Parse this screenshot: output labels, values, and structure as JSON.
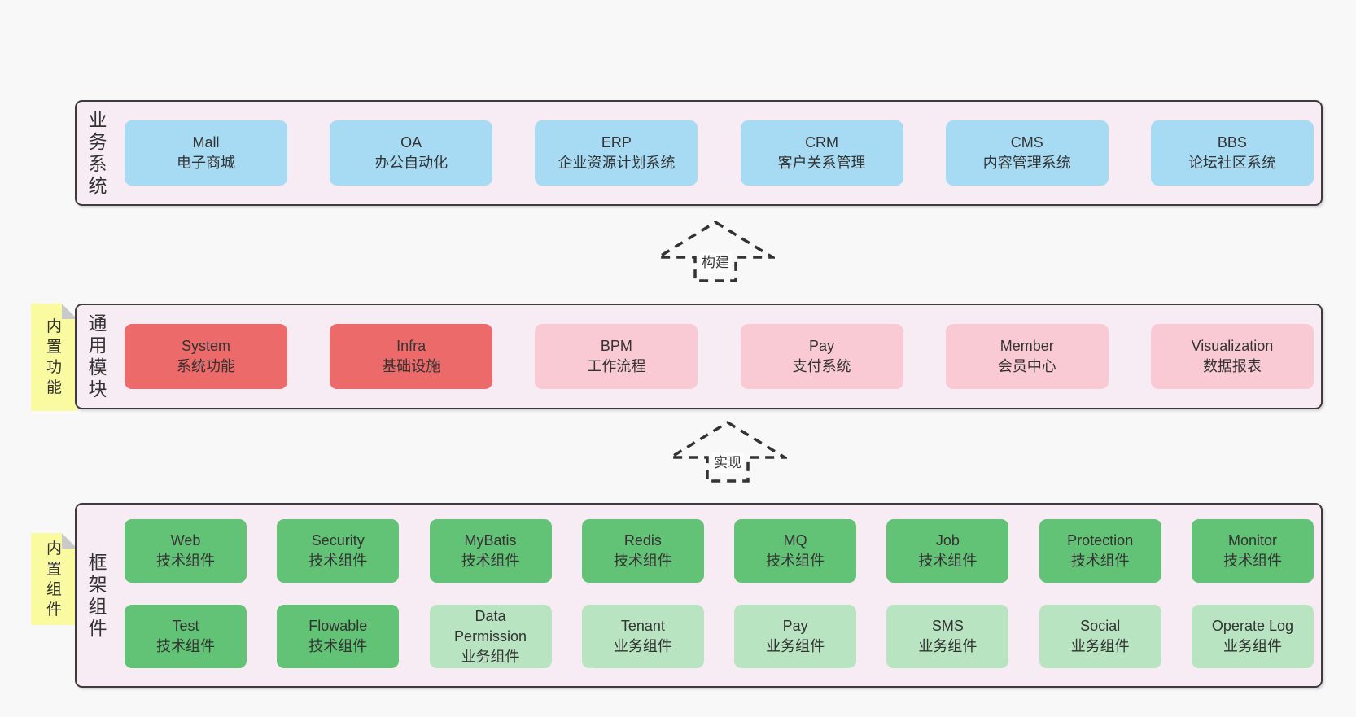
{
  "colors": {
    "page_bg": "#f8f8f8",
    "panel_bg": "#f8ecf4",
    "panel_border": "#3c3c3c",
    "blue": "#a7dbf4",
    "red": "#ed6a6a",
    "pink": "#facad4",
    "green": "#62c275",
    "light_green": "#b9e4c1",
    "note_bg": "#fafaa0",
    "note_fold": "#c9c9c9",
    "text": "#333333"
  },
  "layers": [
    {
      "id": "business-systems",
      "label": "业务系统",
      "rows": [
        [
          {
            "title": "Mall",
            "subtitle": "电子商城",
            "variant": "blue"
          },
          {
            "title": "OA",
            "subtitle": "办公自动化",
            "variant": "blue"
          },
          {
            "title": "ERP",
            "subtitle": "企业资源计划系统",
            "variant": "blue"
          },
          {
            "title": "CRM",
            "subtitle": "客户关系管理",
            "variant": "blue"
          },
          {
            "title": "CMS",
            "subtitle": "内容管理系统",
            "variant": "blue"
          },
          {
            "title": "BBS",
            "subtitle": "论坛社区系统",
            "variant": "blue"
          }
        ]
      ]
    },
    {
      "id": "common-modules",
      "label": "通用模块",
      "note": "内置功能",
      "rows": [
        [
          {
            "title": "System",
            "subtitle": "系统功能",
            "variant": "red"
          },
          {
            "title": "Infra",
            "subtitle": "基础设施",
            "variant": "red"
          },
          {
            "title": "BPM",
            "subtitle": "工作流程",
            "variant": "pink"
          },
          {
            "title": "Pay",
            "subtitle": "支付系统",
            "variant": "pink"
          },
          {
            "title": "Member",
            "subtitle": "会员中心",
            "variant": "pink"
          },
          {
            "title": "Visualization",
            "subtitle": "数据报表",
            "variant": "pink"
          }
        ]
      ]
    },
    {
      "id": "framework-components",
      "label": "框架组件",
      "note": "内置组件",
      "rows": [
        [
          {
            "title": "Web",
            "subtitle": "技术组件",
            "variant": "green"
          },
          {
            "title": "Security",
            "subtitle": "技术组件",
            "variant": "green"
          },
          {
            "title": "MyBatis",
            "subtitle": "技术组件",
            "variant": "green"
          },
          {
            "title": "Redis",
            "subtitle": "技术组件",
            "variant": "green"
          },
          {
            "title": "MQ",
            "subtitle": "技术组件",
            "variant": "green"
          },
          {
            "title": "Job",
            "subtitle": "技术组件",
            "variant": "green"
          },
          {
            "title": "Protection",
            "subtitle": "技术组件",
            "variant": "green"
          },
          {
            "title": "Monitor",
            "subtitle": "技术组件",
            "variant": "green"
          }
        ],
        [
          {
            "title": "Test",
            "subtitle": "技术组件",
            "variant": "green"
          },
          {
            "title": "Flowable",
            "subtitle": "技术组件",
            "variant": "green"
          },
          {
            "title": "Data Permission",
            "subtitle": "业务组件",
            "variant": "lightgreen"
          },
          {
            "title": "Tenant",
            "subtitle": "业务组件",
            "variant": "lightgreen"
          },
          {
            "title": "Pay",
            "subtitle": "业务组件",
            "variant": "lightgreen"
          },
          {
            "title": "SMS",
            "subtitle": "业务组件",
            "variant": "lightgreen"
          },
          {
            "title": "Social",
            "subtitle": "业务组件",
            "variant": "lightgreen"
          },
          {
            "title": "Operate Log",
            "subtitle": "业务组件",
            "variant": "lightgreen"
          }
        ]
      ]
    }
  ],
  "arrows": [
    {
      "label": "构建"
    },
    {
      "label": "实现"
    }
  ]
}
